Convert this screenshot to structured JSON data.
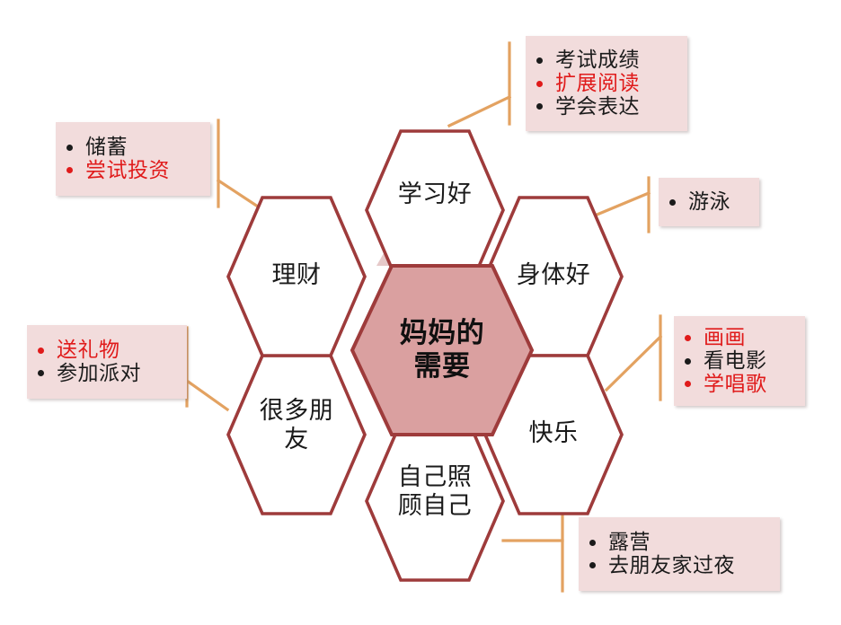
{
  "diagram": {
    "title": "妈妈的需要",
    "colors": {
      "hex_border": "#9e3b3b",
      "hex_fill_outer": "#ffffff",
      "hex_fill_center": "#daa0a0",
      "connector": "#e6c9c9",
      "leader_line": "#e3a261",
      "note_fill": "#f2dcdc",
      "text_black": "#1b1b1b",
      "text_red": "#e01b1b",
      "page_background": "#ffffff"
    },
    "center": {
      "label_line1": "妈妈的",
      "label_line2": "需要"
    },
    "nodes": [
      {
        "id": "study",
        "label_line1": "学习好",
        "label_line2": ""
      },
      {
        "id": "body",
        "label_line1": "身体好",
        "label_line2": ""
      },
      {
        "id": "happy",
        "label_line1": "快乐",
        "label_line2": ""
      },
      {
        "id": "selfcare",
        "label_line1": "自己照",
        "label_line2": "顾自己"
      },
      {
        "id": "friends",
        "label_line1": "很多朋",
        "label_line2": "友"
      },
      {
        "id": "finance",
        "label_line1": "理财",
        "label_line2": ""
      }
    ],
    "notes": [
      {
        "id": "note-study",
        "items": [
          {
            "text": "考试成绩",
            "color": "black"
          },
          {
            "text": "扩展阅读",
            "color": "red"
          },
          {
            "text": "学会表达",
            "color": "black"
          }
        ]
      },
      {
        "id": "note-body",
        "items": [
          {
            "text": "游泳",
            "color": "black"
          }
        ]
      },
      {
        "id": "note-happy",
        "items": [
          {
            "text": "画画",
            "color": "red"
          },
          {
            "text": "看电影",
            "color": "black"
          },
          {
            "text": "学唱歌",
            "color": "red"
          }
        ]
      },
      {
        "id": "note-selfcare",
        "items": [
          {
            "text": "露营",
            "color": "black"
          },
          {
            "text": "去朋友家过夜",
            "color": "black"
          }
        ]
      },
      {
        "id": "note-friends",
        "items": [
          {
            "text": "送礼物",
            "color": "red"
          },
          {
            "text": "参加派对",
            "color": "black"
          }
        ]
      },
      {
        "id": "note-finance",
        "items": [
          {
            "text": "储蓄",
            "color": "black"
          },
          {
            "text": "尝试投资",
            "color": "red"
          }
        ]
      }
    ]
  }
}
